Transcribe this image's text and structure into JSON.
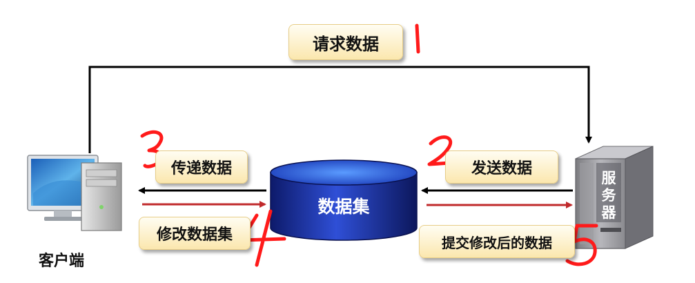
{
  "labels": {
    "request": "请求数据",
    "transfer": "传递数据",
    "send": "发送数据",
    "modify_dataset": "修改数据集",
    "submit_modified": "提交修改后的数据"
  },
  "nodes": {
    "client": "客户端",
    "dataset": "数据集",
    "server_chars": [
      "服",
      "务",
      "器"
    ]
  },
  "step_numbers": [
    "1",
    "2",
    "3",
    "4",
    "5"
  ],
  "colors": {
    "arrow_black": "#000000",
    "arrow_red": "#c0292b",
    "handwriting_red": "#ff1a1a",
    "dataset_blue": "#1c2f9e",
    "label_fill": "#fbe7ae"
  }
}
